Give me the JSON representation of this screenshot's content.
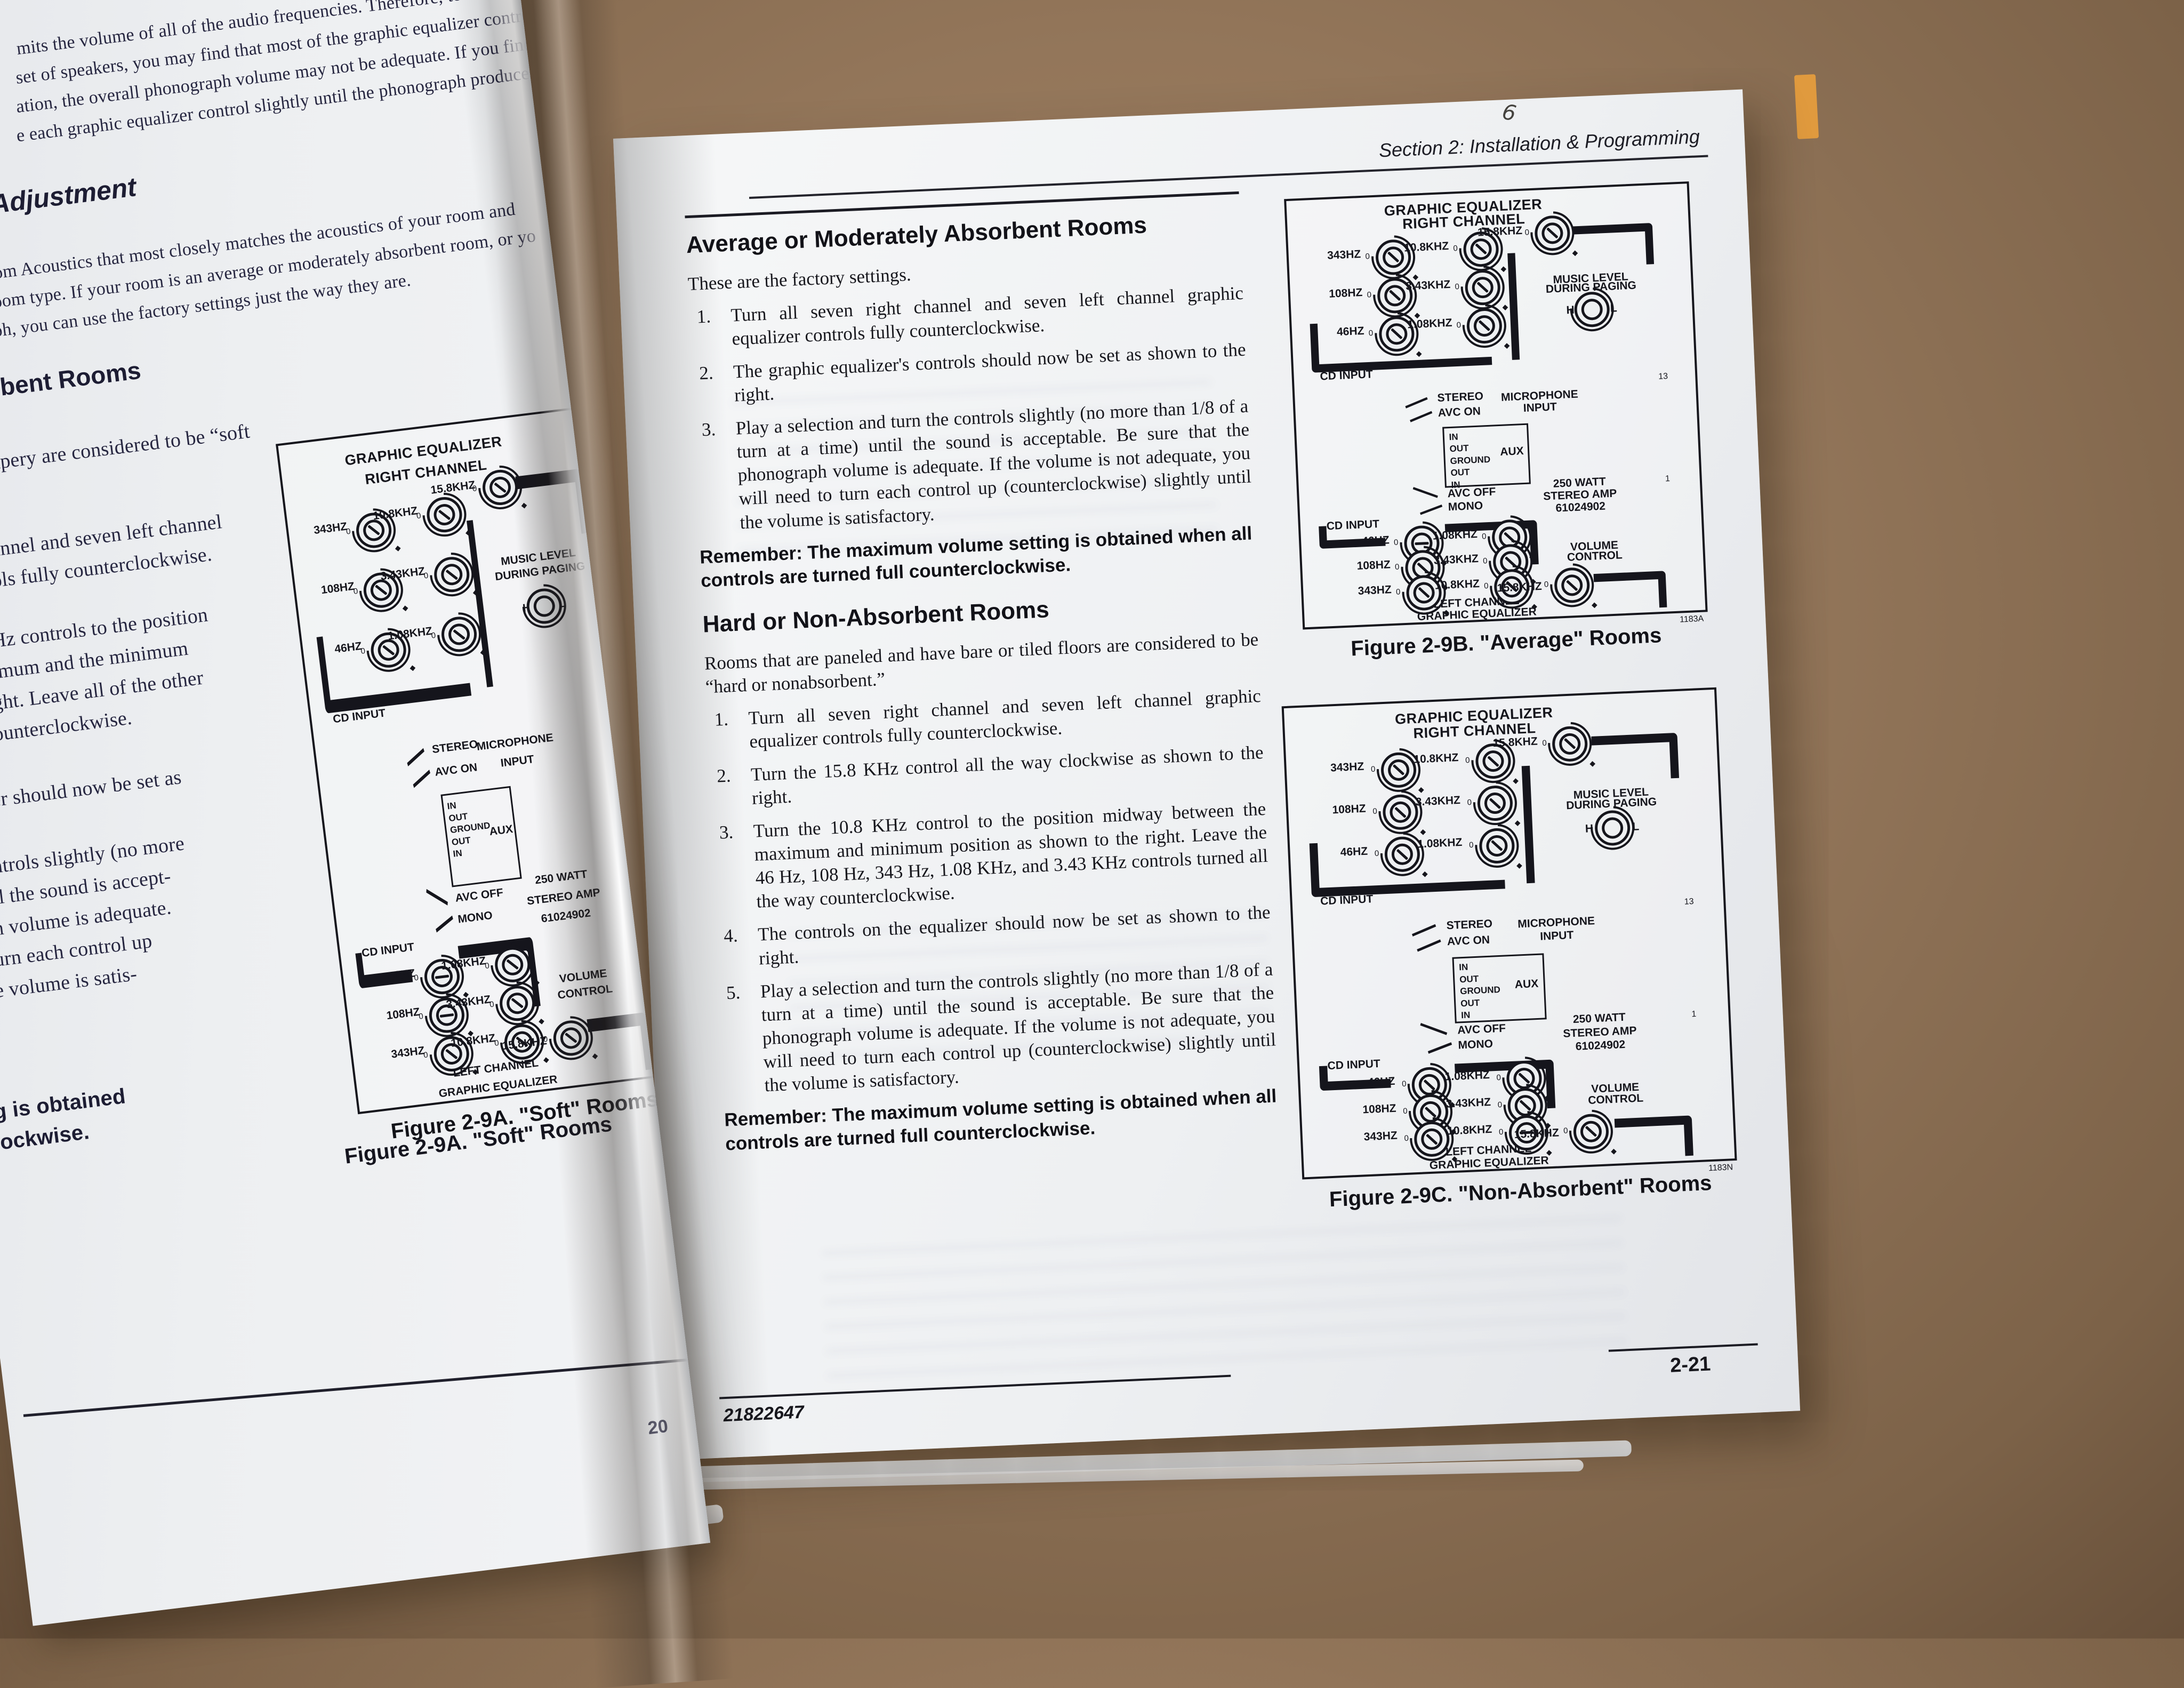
{
  "left_page": {
    "top_paragraph_lines": [
      "mits the volume of all of the audio frequencies. Therefore, to achieve the",
      "set of speakers, you may find that most of the graphic equalizer controls ne",
      "ation, the overall phonograph volume may not be adequate. If you find that",
      "e each graphic equalizer control slightly until the phonograph produces t"
    ],
    "adjustment_heading": "Adjustment",
    "acoustics_lines": [
      "om Acoustics that most closely matches the acoustics of your room and",
      "oom type. If your room is an average or moderately absorbent room, or yo",
      "ph, you can use the factory settings just the way they are."
    ],
    "rooms_heading_fragment": "rbent Rooms",
    "soft_line": "apery are considered to be “soft",
    "channel_lines": [
      "annel and seven left channel",
      "ols fully counterclockwise."
    ],
    "position_lines": [
      "Hz controls to the position",
      "imum and the minimum",
      "ght. Leave all of the other",
      "ounterclockwise."
    ],
    "set_line": "er should now be set as",
    "slightly_lines": [
      "ntrols slightly (no more",
      "il the sound is accept-",
      "n volume is adequate.",
      "urn each control up",
      "e volume is satis-"
    ],
    "bold_lines": [
      "g is obtained",
      "lockwise."
    ],
    "page_number_fragment": "20"
  },
  "right_page": {
    "header": "Section 2: Installation & Programming",
    "handwritten_mark": "6",
    "section_a": {
      "heading": "Average or Moderately Absorbent Rooms",
      "intro": "These are the factory settings.",
      "items": [
        {
          "num": "1.",
          "text": "Turn all seven right channel and seven left channel graphic equalizer controls fully counterclockwise."
        },
        {
          "num": "2.",
          "text": "The graphic equalizer's controls should now be set as shown to the right."
        },
        {
          "num": "3.",
          "text": "Play a selection and turn the controls slightly (no more than 1/8 of a turn at a time) until the sound is acceptable. Be sure that the phonograph volume is adequate. If the volume is not adequate, you will need to turn each control up (counterclockwise) slightly until the volume is satisfactory."
        }
      ],
      "remember": "Remember: The maximum volume setting is obtained when all controls are turned full counterclockwise."
    },
    "section_b": {
      "heading": "Hard or Non-Absorbent Rooms",
      "intro": "Rooms that are paneled and have bare or tiled floors are considered to be “hard or nonabsorbent.”",
      "items": [
        {
          "num": "1.",
          "text": "Turn all seven right channel and seven left channel graphic equalizer controls fully counterclockwise."
        },
        {
          "num": "2.",
          "text": "Turn the 15.8 KHz control all the way clockwise as shown to the right."
        },
        {
          "num": "3.",
          "text": "Turn the 10.8 KHz control to the position midway between the maximum and minimum position as shown to the right. Leave the 46 Hz, 108 Hz, 343 Hz, 1.08 KHz, and 3.43 KHz controls turned all the way counterclockwise."
        },
        {
          "num": "4.",
          "text": "The controls on the equalizer should now be set as shown to the right."
        },
        {
          "num": "5.",
          "text": "Play a selection and turn the controls slightly (no more than 1/8 of a turn at a time) until the sound is acceptable. Be sure that the phonograph volume is adequate. If the volume is not adequate, you will need to turn each control up (counterclockwise) slightly until the volume is satisfactory."
        }
      ],
      "remember": "Remember: The maximum volume setting is obtained when all controls are turned full counterclockwise."
    },
    "footer_code": "21822647",
    "page_number": "2-21"
  },
  "equalizer_labels": {
    "title1": "GRAPHIC EQUALIZER",
    "title2": "RIGHT CHANNEL",
    "freq": {
      "46": "46HZ",
      "108": "108HZ",
      "343": "343HZ",
      "1.08": "1.08KHZ",
      "3.43": "3.43KHZ",
      "10.8": "10.8KHZ",
      "15.8": "15.8KHZ"
    },
    "music1": "MUSIC LEVEL",
    "music2": "DURING PAGING",
    "h": "H",
    "l": "L",
    "cd_input": "CD INPUT",
    "stereo": "STEREO",
    "avc_on": "AVC ON",
    "microphone": "MICROPHONE",
    "input": "INPUT",
    "aux_pins": [
      "IN",
      "OUT",
      "GROUND",
      "OUT",
      "IN"
    ],
    "aux": "AUX",
    "avc_off": "AVC OFF",
    "mono": "MONO",
    "amp_lines": [
      "250 WATT",
      "STEREO AMP",
      "61024902"
    ],
    "volume1": "VOLUME",
    "volume2": "CONTROL",
    "left1": "LEFT CHANNEL",
    "left2": "GRAPHIC EQUALIZER",
    "ref13": "13",
    "ref1": "1",
    "zero": "0",
    "plus_mark": "◆"
  },
  "figures": [
    {
      "id": "fig-a",
      "caption": "Figure 2-9A. \"Soft\" Rooms",
      "code": "",
      "refs_visible": false,
      "mid_knobs": [
        "L46",
        "L108"
      ]
    },
    {
      "id": "fig-b",
      "caption": "Figure 2-9B. \"Average\" Rooms",
      "code": "1183A",
      "refs_visible": true,
      "mid_knobs": [
        "L46"
      ]
    },
    {
      "id": "fig-c",
      "caption": "Figure 2-9C. \"Non-Absorbent\" Rooms",
      "code": "1183N",
      "refs_visible": true,
      "mid_knobs": [
        "L10.8"
      ]
    }
  ]
}
